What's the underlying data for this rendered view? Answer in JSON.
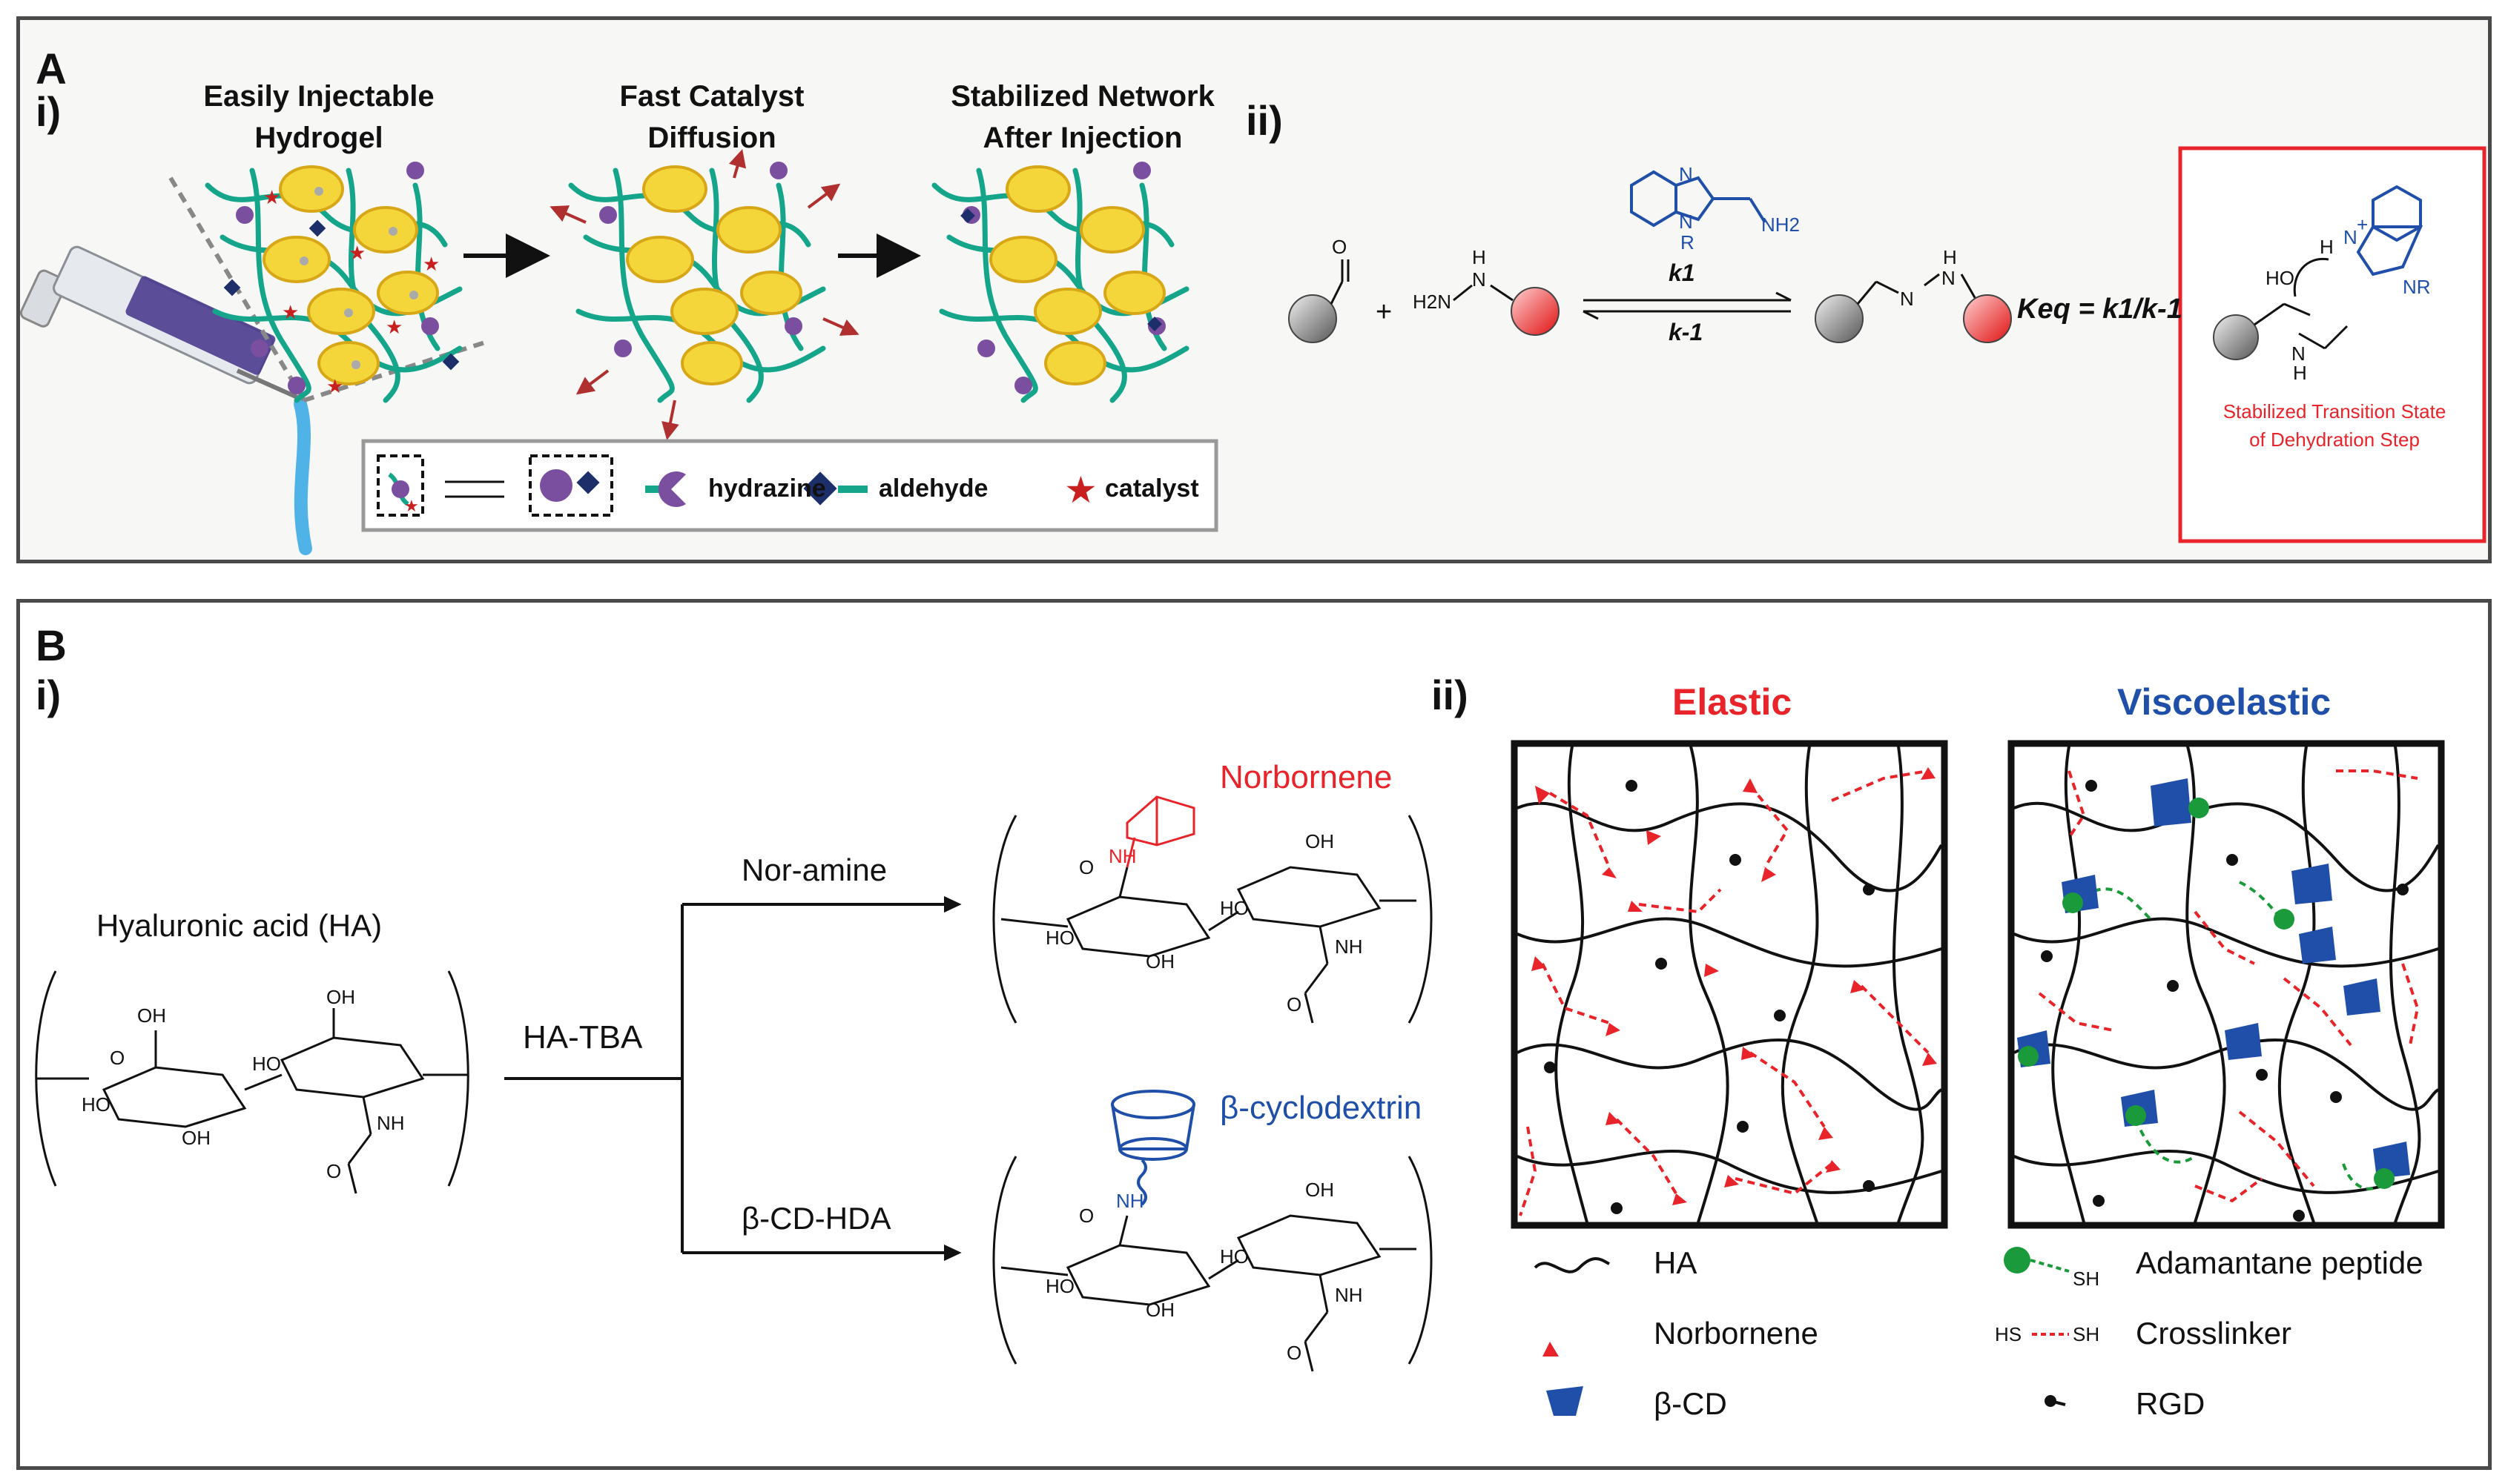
{
  "panel_a": {
    "label": "A",
    "sub_i": "i)",
    "sub_ii": "ii)",
    "stage1": "Easily Injectable\nHydrogel",
    "stage2": "Fast Catalyst\nDiffusion",
    "stage3": "Stabilized Network\nAfter Injection",
    "legend": {
      "hydrazine": "hydrazine",
      "aldehyde": "aldehyde",
      "catalyst": "catalyst"
    },
    "reaction": {
      "o_label": "O",
      "plus": "+",
      "h_label": "H",
      "h2n": "H2N",
      "n_label": "N",
      "catalyst_n": "N",
      "catalyst_n_r": "N",
      "catalyst_r": "R",
      "catalyst_nh2": "NH2",
      "k1": "k1",
      "k_minus1": "k-1",
      "product_n1": "N",
      "product_n2": "N",
      "product_h": "H",
      "keq": "Keq = k1/k-1"
    },
    "transition_box": {
      "ho": "HO",
      "h_plus": "H",
      "plus_sign": "+",
      "n_label": "N",
      "nh_label": "N",
      "h_label": "H",
      "nr": "NR",
      "caption_line1": "Stabilized Transition State",
      "caption_line2": "of Dehydration Step"
    }
  },
  "panel_b": {
    "label": "B",
    "sub_i": "i)",
    "sub_ii": "ii)",
    "ha_title": "Hyaluronic acid (HA)",
    "reagent_main": "HA-TBA",
    "branch_top": "Nor-amine",
    "branch_bottom": "β-CD-HDA",
    "norbornene": "Norbornene",
    "cyclodextrin": "β-cyclodextrin",
    "atoms": {
      "o": "O",
      "oh": "OH",
      "ho": "HO",
      "nh": "NH",
      "n_h": "N",
      "h": "H"
    },
    "elastic": "Elastic",
    "viscoelastic": "Viscoelastic",
    "legend": {
      "ha": "HA",
      "norbornene": "Norbornene",
      "bcd": "β-CD",
      "adamantane": "Adamantane peptide",
      "crosslinker": "Crosslinker",
      "rgd": "RGD",
      "sh": "SH",
      "hs": "HS"
    }
  },
  "colors": {
    "fiber": "#15a58a",
    "cell": "#f4d63a",
    "hydrazine": "#7a4fa0",
    "aldehyde": "#1c2f6b",
    "catalyst": "#c8201f",
    "red": "#e8232a",
    "blue": "#1f4fa8",
    "green": "#1a9a3a"
  }
}
